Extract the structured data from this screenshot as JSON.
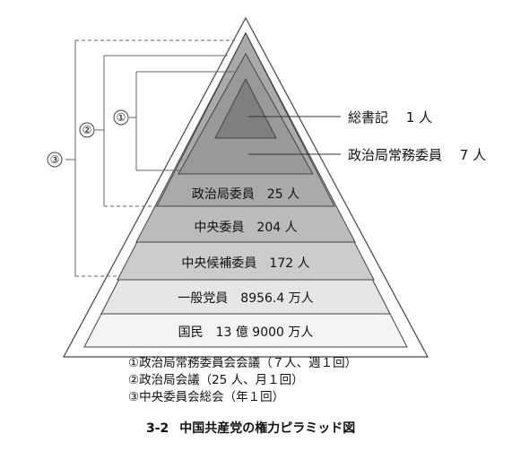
{
  "tiers": [
    {
      "label": "国民　13 億 9000 万人"
    },
    {
      "label": "一般党員　8956.4 万人"
    },
    {
      "label": "中央候補委員　172 人"
    },
    {
      "label": "中央委員　204 人"
    },
    {
      "label": "政治局委員　25 人"
    }
  ],
  "callouts": [
    {
      "label": "総書記　 1 人"
    },
    {
      "label": "政治局常務委員　 7 人"
    }
  ],
  "markers": [
    "①",
    "②",
    "③"
  ],
  "legend": [
    "①政治局常務委員会会議（７人、週１回）",
    "②政治局会議（25 人、月１回）",
    "③中央委員会総会（年１回）"
  ],
  "caption": {
    "number": "3-2",
    "title": "中国共産党の権力ピラミッド図"
  },
  "colors": {
    "outline": "#444444",
    "frame": "#ffffff",
    "tier_people": "#f4f4f4",
    "tier_members": "#e6e6e6",
    "tier_alternates": "#cccccc",
    "tier_central": "#bbbbbb",
    "tier_politburo": "#aaaaaa",
    "tier_standing": "#999999",
    "tier_general_secretary": "#7f7f7f",
    "bracket": "#666666"
  }
}
